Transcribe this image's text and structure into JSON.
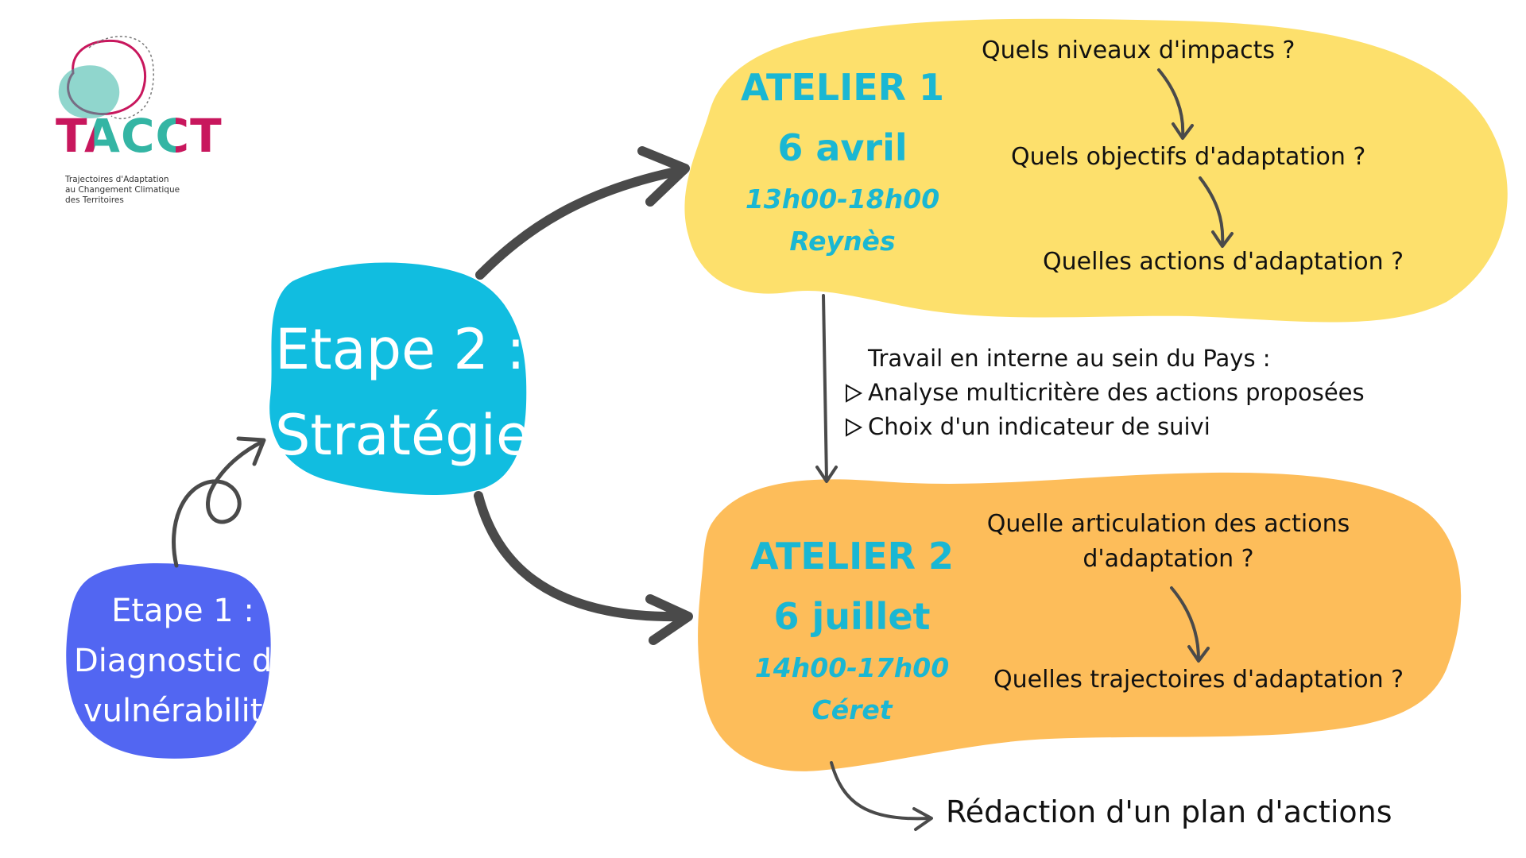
{
  "logo": {
    "word": "TACCT",
    "subtitle": [
      "Trajectoires d'Adaptation",
      "au Changement Climatique",
      "des Territoires"
    ]
  },
  "step1": {
    "lines": [
      "Etape 1 :",
      "Diagnostic de",
      "vulnérabilité"
    ]
  },
  "step2": {
    "lines": [
      "Etape 2 :",
      "Stratégie"
    ]
  },
  "atelier1": {
    "name": "ATELIER 1",
    "date": "6 avril",
    "hours": "13h00-18h00",
    "place": "Reynès",
    "questions": [
      "Quels niveaux d'impacts ?",
      "Quels objectifs d'adaptation ?",
      "Quelles actions d'adaptation ?"
    ]
  },
  "internal": {
    "heading": "Travail en interne au sein du Pays :",
    "items": [
      "Analyse multicritère des actions proposées",
      "Choix d'un indicateur de suivi"
    ]
  },
  "atelier2": {
    "name": "ATELIER 2",
    "date": "6 juillet",
    "hours": "14h00-17h00",
    "place": "Céret",
    "questions": [
      [
        "Quelle articulation des actions",
        "d'adaptation ?"
      ],
      "Quelles trajectoires d'adaptation ?"
    ]
  },
  "final_step": "Rédaction d'un plan d'actions",
  "colors": {
    "step1_blob": "#5266f2",
    "step2_blob": "#11bde0",
    "atelier1_blob": "#fde06c",
    "atelier2_blob": "#fdbd5a",
    "accent_text": "#1ab7d3",
    "arrow": "#4a4a4a",
    "logo_pink": "#c8175d",
    "logo_teal": "#34b5a4"
  }
}
